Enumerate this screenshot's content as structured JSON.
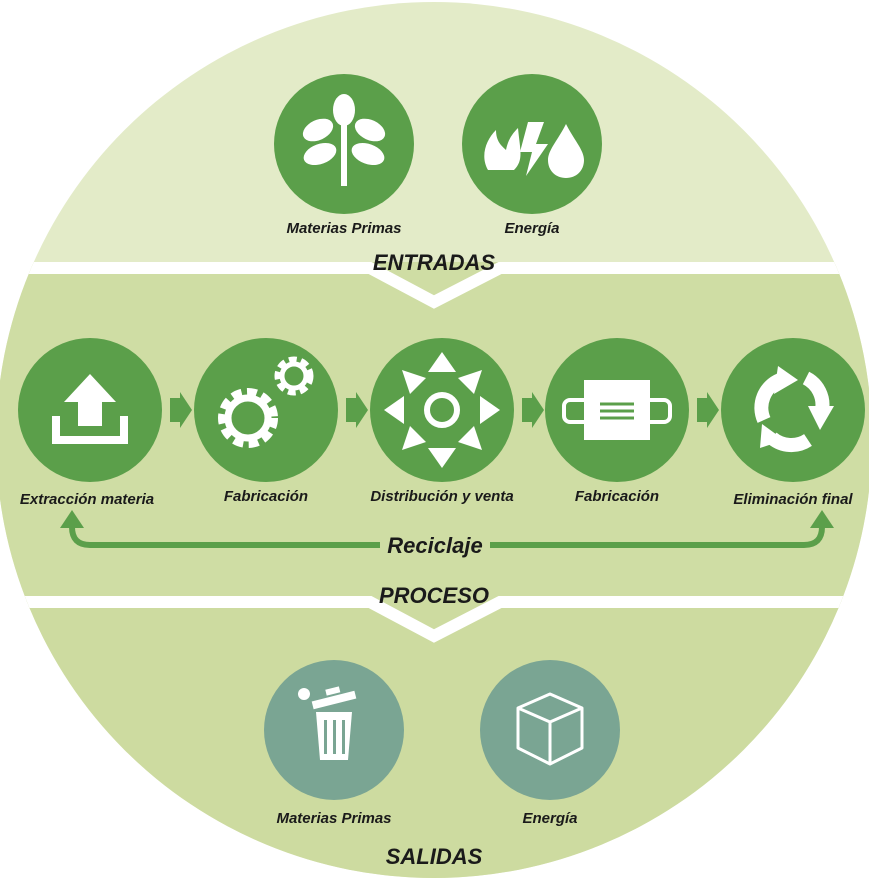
{
  "colors": {
    "top_band": "#e3ebc8",
    "middle_band": "#cfdda4",
    "bottom_band": "#cddba0",
    "divider": "#ffffff",
    "green_circle": "#5b9f4a",
    "teal_circle": "#7aa593",
    "text": "#1a1a1a",
    "icon": "#ffffff"
  },
  "entradas": {
    "label": "ENTRADAS",
    "items": [
      {
        "label": "Materias Primas",
        "icon": "plant-icon"
      },
      {
        "label": "Energía",
        "icon": "fire-lightning-drop-icon"
      }
    ]
  },
  "proceso": {
    "label": "PROCESO",
    "steps": [
      {
        "label": "Extracción materia",
        "icon": "upload-tray-icon"
      },
      {
        "label": "Fabricación",
        "icon": "gears-icon"
      },
      {
        "label": "Distribución y venta",
        "icon": "distribution-arrows-icon"
      },
      {
        "label": "Fabricación",
        "icon": "hands-box-icon"
      },
      {
        "label": "Eliminación final",
        "icon": "recycle-arrows-icon"
      }
    ],
    "recycle_label": "Reciclaje"
  },
  "salidas": {
    "label": "SALIDAS",
    "items": [
      {
        "label": "Materias Primas",
        "icon": "trash-bin-icon"
      },
      {
        "label": "Energía",
        "icon": "cube-icon"
      }
    ]
  }
}
